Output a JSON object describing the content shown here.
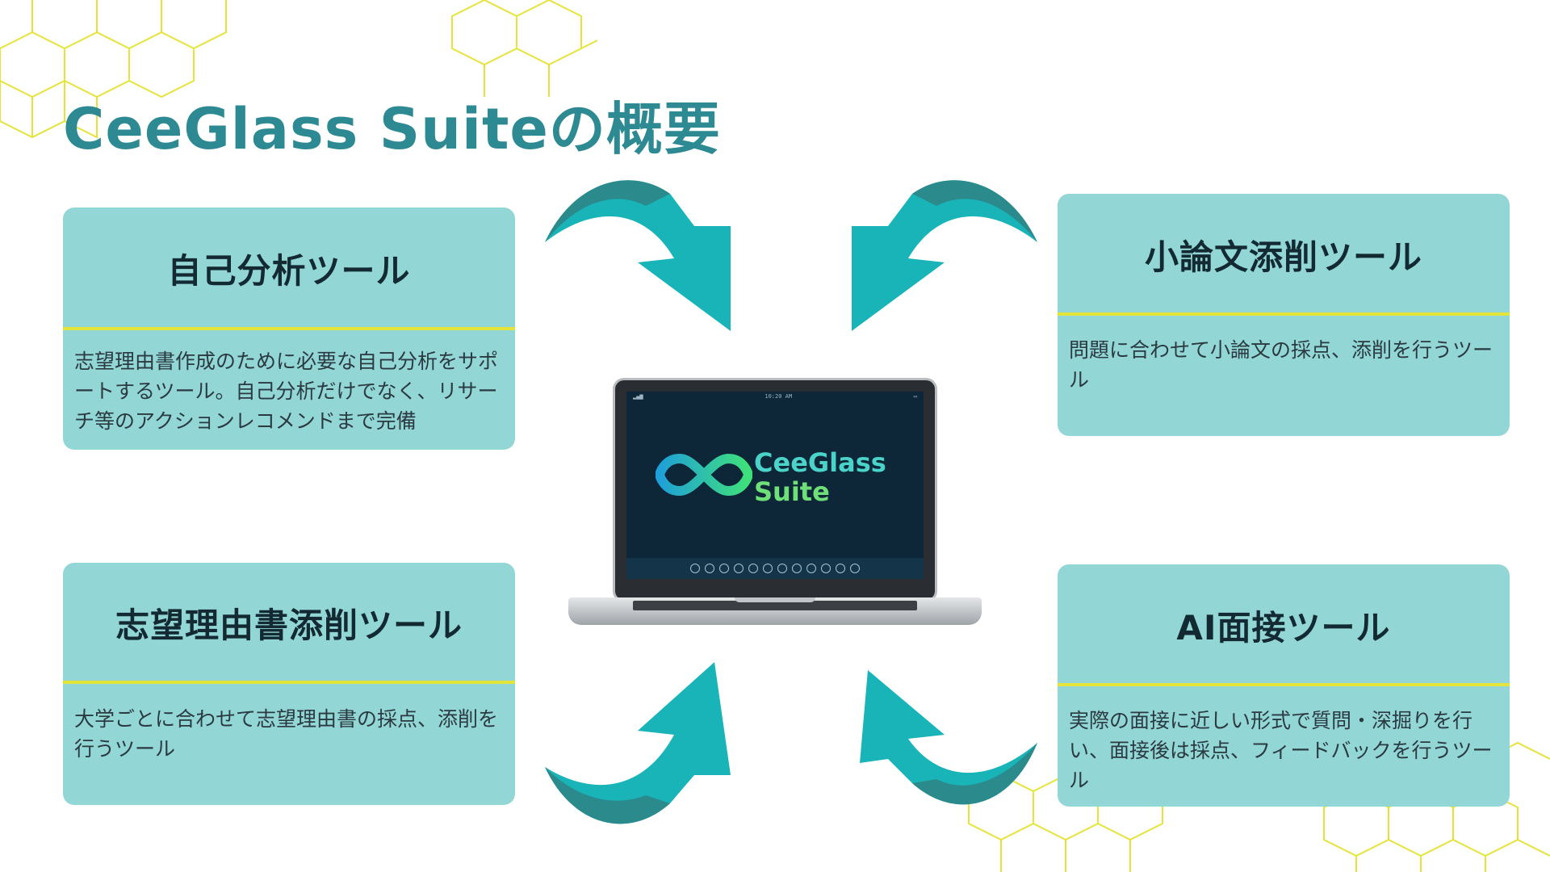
{
  "title": "CeeGlass Suiteの概要",
  "colors": {
    "title": "#2e8a92",
    "card_bg": "#93d6d6",
    "divider": "#e4e33a",
    "arrow_light": "#19b4b8",
    "arrow_dark": "#2a8a8c",
    "pattern": "#e4e33a"
  },
  "cards": {
    "self_analysis": {
      "title": "自己分析ツール",
      "description": "志望理由書作成のために必要な自己分析をサポートするツール。自己分析だけでなく、リサーチ等のアクションレコメンドまで完備"
    },
    "essay": {
      "title": "小論文添削ツール",
      "description": "問題に合わせて小論文の採点、添削を行うツール"
    },
    "motivation_letter": {
      "title": "志望理由書添削ツール",
      "description": "大学ごとに合わせて志望理由書の採点、添削を行うツール"
    },
    "interview": {
      "title": "AI面接ツール",
      "description": "実際の面接に近しい形式で質問・深掘りを行い、面接後は採点、フィードバックを行うツール"
    }
  },
  "laptop": {
    "logo_icon": "infinity-icon",
    "logo_line1": "CeeGlass",
    "logo_line2": "Suite",
    "clock": "10:20 AM"
  }
}
